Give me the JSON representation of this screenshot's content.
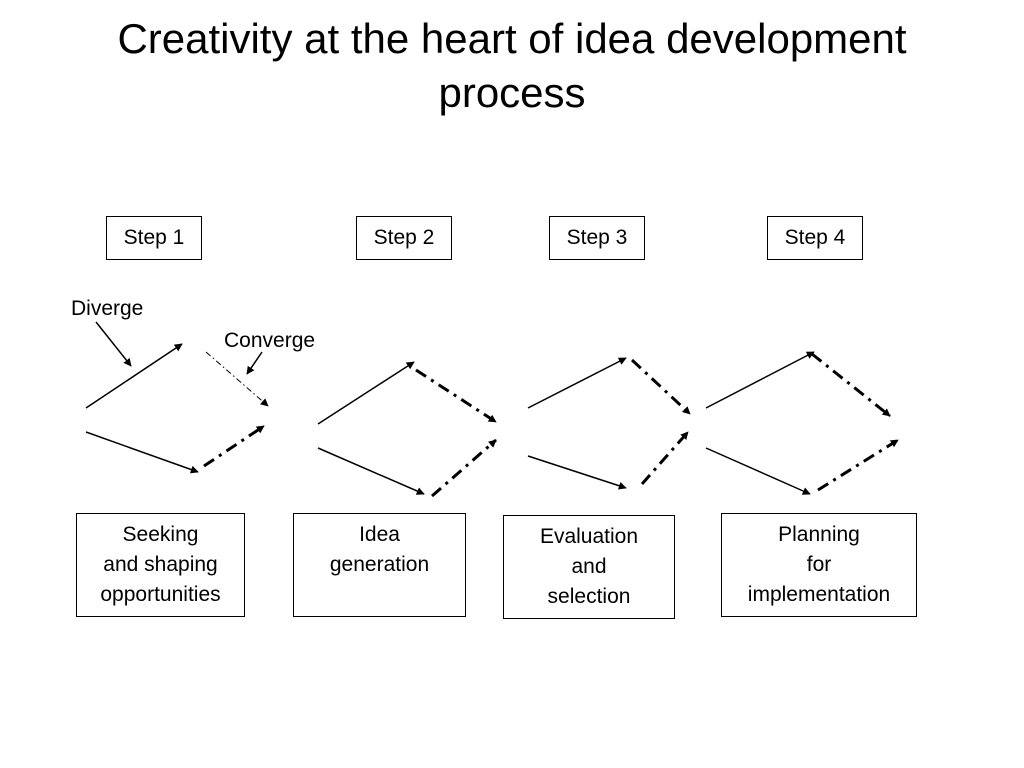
{
  "title": {
    "line1": "Creativity at the heart of idea development",
    "line2": "process"
  },
  "steps": [
    {
      "label": "Step 1",
      "description": [
        "Seeking",
        "and shaping",
        "opportunities"
      ]
    },
    {
      "label": "Step 2",
      "description": [
        "Idea",
        "generation"
      ]
    },
    {
      "label": "Step 3",
      "description": [
        "Evaluation",
        "and",
        "selection"
      ]
    },
    {
      "label": "Step 4",
      "description": [
        "Planning",
        "for",
        "implementation"
      ]
    }
  ],
  "annotations": {
    "diverge": "Diverge",
    "converge": "Converge"
  },
  "legend": {
    "diverge_line_style": "solid",
    "converge_line_style": "dash-dot"
  },
  "colors": {
    "stroke": "#000000",
    "background": "#ffffff"
  }
}
